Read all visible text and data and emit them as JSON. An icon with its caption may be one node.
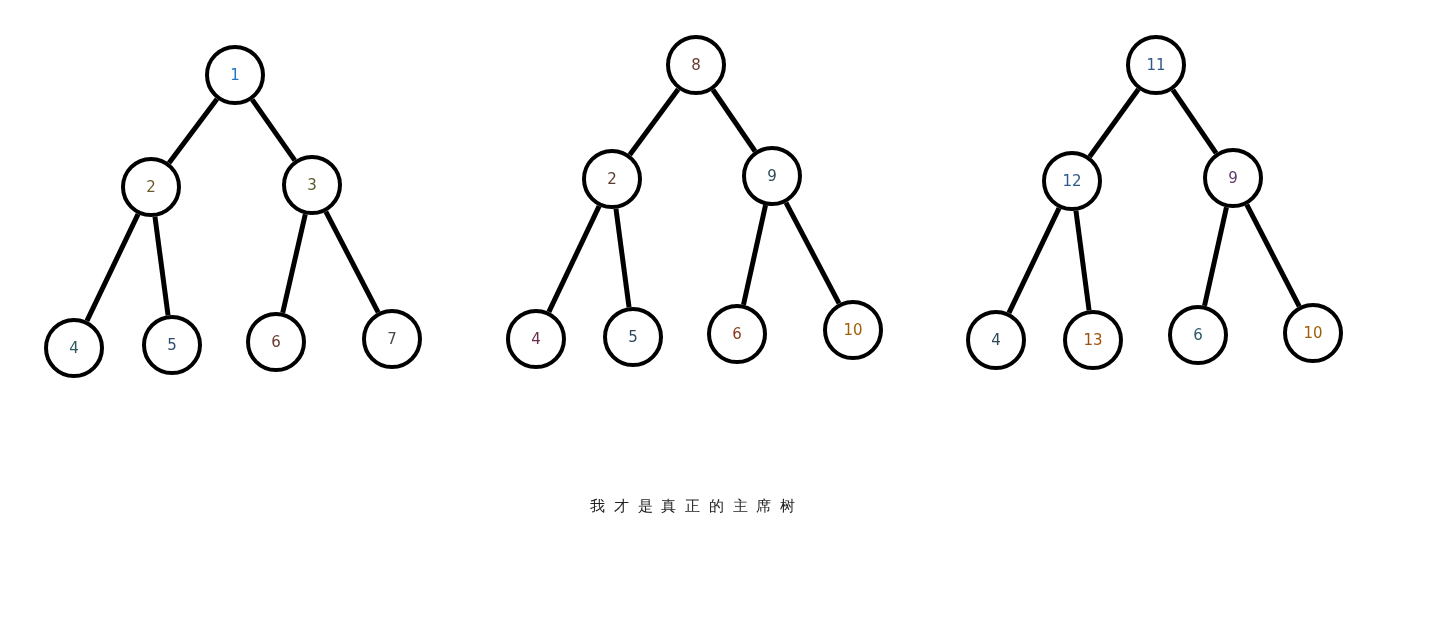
{
  "diagram": {
    "nodes": [
      {
        "text": [
          "1"
        ]
      },
      {
        "text": [
          "2"
        ]
      },
      {
        "text": [
          "3"
        ]
      },
      {
        "text": [
          "4"
        ]
      },
      {
        "text": [
          "5"
        ]
      },
      {
        "text": [
          "6"
        ]
      },
      {
        "text": [
          "7"
        ]
      },
      {
        "text": [
          "8"
        ]
      },
      {
        "text": [
          "2"
        ]
      },
      {
        "text": [
          "9"
        ]
      },
      {
        "text": [
          "4"
        ]
      },
      {
        "text": [
          "5"
        ]
      },
      {
        "text": [
          "6"
        ]
      },
      {
        "text": [
          "10"
        ]
      },
      {
        "text": [
          "11"
        ]
      },
      {
        "text": [
          "12"
        ]
      },
      {
        "text": [
          "9"
        ]
      },
      {
        "text": [
          "4"
        ]
      },
      {
        "text": [
          "13"
        ]
      },
      {
        "text": [
          "6"
        ]
      },
      {
        "text": [
          "10"
        ]
      }
    ],
    "edges": [
      {
        "from": 0,
        "to": 1,
        "arrow": "none"
      },
      {
        "from": 0,
        "to": 2,
        "arrow": "none"
      },
      {
        "from": 1,
        "to": 3,
        "arrow": "none"
      },
      {
        "from": 1,
        "to": 4,
        "arrow": "none"
      },
      {
        "from": 2,
        "to": 5,
        "arrow": "none"
      },
      {
        "from": 2,
        "to": 6,
        "arrow": "none"
      },
      {
        "from": 7,
        "to": 8,
        "arrow": "none"
      },
      {
        "from": 7,
        "to": 9,
        "arrow": "none"
      },
      {
        "from": 8,
        "to": 10,
        "arrow": "none"
      },
      {
        "from": 8,
        "to": 11,
        "arrow": "none"
      },
      {
        "from": 9,
        "to": 12,
        "arrow": "none"
      },
      {
        "from": 9,
        "to": 13,
        "arrow": "none"
      },
      {
        "from": 14,
        "to": 15,
        "arrow": "none"
      },
      {
        "from": 14,
        "to": 16,
        "arrow": "none"
      },
      {
        "from": 15,
        "to": 17,
        "arrow": "none"
      },
      {
        "from": 15,
        "to": 18,
        "arrow": "none"
      },
      {
        "from": 16,
        "to": 19,
        "arrow": "none"
      },
      {
        "from": 16,
        "to": 20,
        "arrow": "none"
      }
    ],
    "labels": [
      "我 才 是 真 正 的 主 席 树"
    ]
  }
}
